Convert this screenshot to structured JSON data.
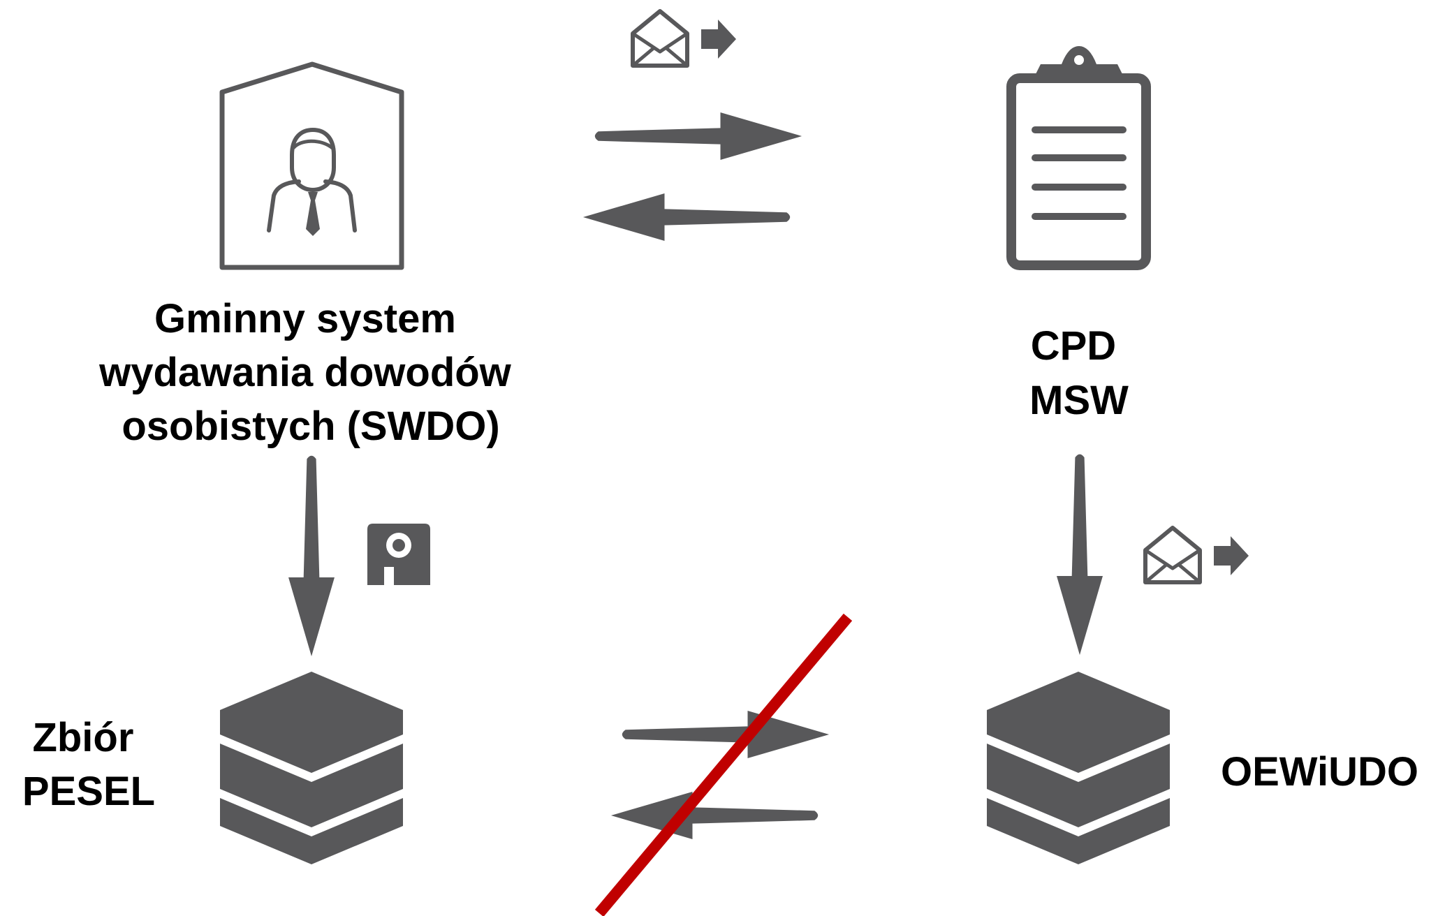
{
  "nodes": {
    "swdo": {
      "label_lines": [
        "Gminny system",
        "wydawania dowodów",
        "osobistych (SWDO)"
      ]
    },
    "cpd": {
      "label_lines": [
        "CPD",
        "MSW"
      ]
    },
    "pesel": {
      "label_lines": [
        "Zbiór",
        "PESEL"
      ]
    },
    "oewiudo": {
      "label_lines": [
        "OEWiUDO"
      ]
    }
  },
  "icons": {
    "swdo": "office-person-icon",
    "cpd": "clipboard-icon",
    "pesel": "database-stack-icon",
    "oewiudo": "database-stack-icon",
    "mail_top": "email-send-icon",
    "mail_right": "email-send-icon",
    "disk": "floppy-disk-icon",
    "blocked": "cross-out-line"
  },
  "colors": {
    "icon": "#58585a",
    "text": "#000000",
    "blocked": "#c00000",
    "background": "#ffffff"
  }
}
